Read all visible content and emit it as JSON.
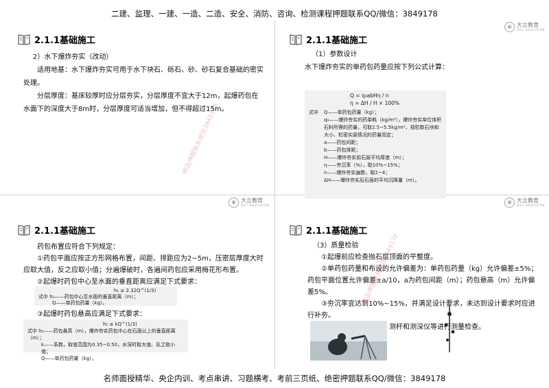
{
  "header_banner": "二建、监理、一建、一造、二造、安全、消防、咨询、检测课程押题联系QQ/微信：3849178",
  "footer_banner": "名师面授精华、央企内训、考点串讲、习题横考、考前三页纸、绝密押题联系QQ/微信：3849178",
  "brand": {
    "name": "大立教育",
    "sub": "DALI EDUCATION"
  },
  "watermark": "精品押题联系微信3849178",
  "slides": [
    {
      "title": "2.1.1基础施工",
      "lines": [
        "2）水下爆炸夯实（改动）",
        "适用地基：水下爆炸夯实可用于水下块石、砾石、砂、砂石复合基础的密实处理。",
        "分层厚度：基床较厚时应分层夯实，分层厚度不宜大于12m，起爆药包在水面下的深度大于8m时，分层厚度可适当增加，但不得超过15m。"
      ]
    },
    {
      "title": "2.1.1基础施工",
      "lines": [
        "（1）参数设计",
        "水下爆炸夯实的单药包药量应按下列公式计算："
      ],
      "formula": {
        "eq1": "Q = q₀abHη / n",
        "eq2": "η = ΔH / H × 100%",
        "defs": [
          [
            "式中",
            "Q——单药包药量（kg）；"
          ],
          [
            "",
            "q₀——爆炸夯实的药单耗（kg/m³），爆炸夯实单位体积石料所需的药量，可取2.5~5.5kg/m³，视粒数石块和大小、粒密实层情况的药量而定；"
          ],
          [
            "",
            "a——药包间距；"
          ],
          [
            "",
            "b——药包排距；"
          ],
          [
            "",
            "H——爆炸夯实前石层平均厚度（m）；"
          ],
          [
            "",
            "η——夯沉率（%），取10%~15%；"
          ],
          [
            "",
            "n——爆炸夯实遍数，取2~4；"
          ],
          [
            "",
            "ΔH——爆炸夯实后石层的平均沉降量（m）。"
          ]
        ]
      }
    },
    {
      "title": "2.1.1基础施工",
      "lines": [
        "药包布置应符合下列规定：",
        "①药包平面应按正方形网格布置，间距、排距应为2~5m，压密层厚度大时应取大值，反之应取小值；分遍爆破时，各遍间药包应采用梅花形布置。",
        "②起爆时药包中心至水面的垂直距离应满足下式要求：",
        "③起爆时药包悬高应满足下式要求："
      ],
      "formula2": {
        "eq": "h₁ ≥ 2.32Q^(1/3)",
        "defs": [
          "式中 h₁——药包中心至水面的垂直距离（m）；",
          "Q——单药包药量（kg）。"
        ]
      },
      "formula3": {
        "eq": "h₂ ≤ kQ^(1/3)",
        "defs": [
          "式中 h₂——药包悬高（m），爆炸夯实药包中心在石面以上的垂直距离（m）；",
          "k——系数，取值范围为0.35~0.50，水深时取大值、反之取小值；",
          "Q——单药包药量（kg）。"
        ]
      }
    },
    {
      "title": "2.1.1基础施工",
      "lines": [
        "（3）质量检验",
        "①起爆前应检查抛石层顶面的平整度。",
        "②单药包药量和布设的允许偏差为：单药包药量（kg）允许偏差±5%；药包平面位置允许偏差±a/10，a为药包间距（m）；药包悬高（m）允许偏差5%。",
        "③夯沉率宜达到10%~15%，并满足设计要求，未达到设计要求时应进行补夯。",
        "④夯沉率可采用水砣、测杆和测深仪等进行测量检查。"
      ]
    }
  ]
}
